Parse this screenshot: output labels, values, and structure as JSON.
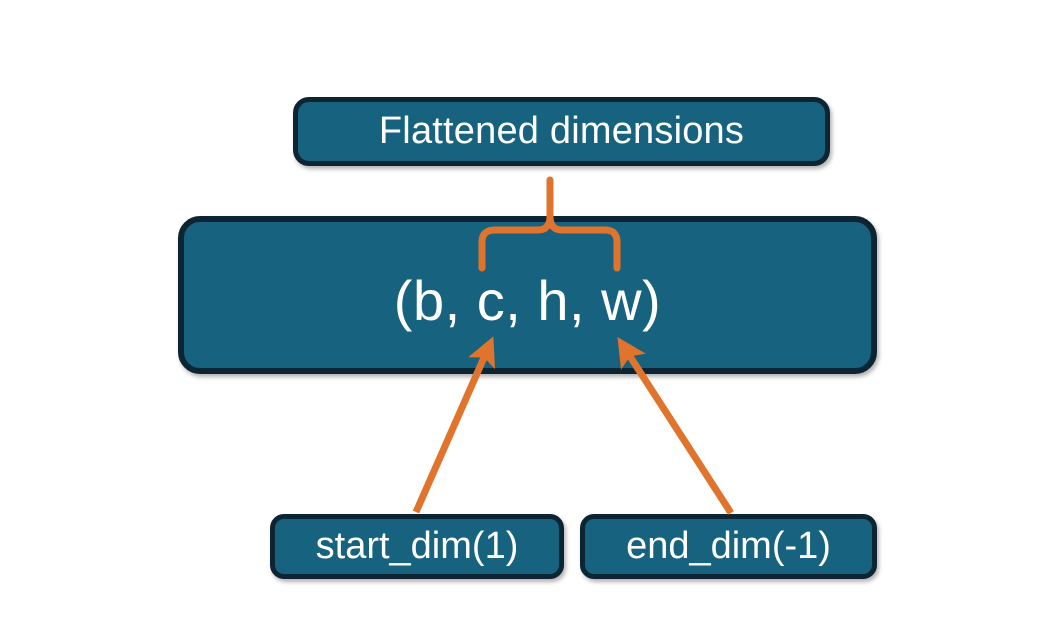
{
  "diagram": {
    "title_node": {
      "label": "Flattened dimensions",
      "name": "flattened-dimensions-box"
    },
    "shape_node": {
      "label": "(b, c, h, w)",
      "dims": [
        "b",
        "c",
        "h",
        "w"
      ],
      "name": "tensor-shape-box"
    },
    "argument_nodes": [
      {
        "label": "start_dim(1)",
        "name": "start-dim-box",
        "value": 1
      },
      {
        "label": "end_dim(-1)",
        "name": "end-dim-box",
        "value": -1
      }
    ],
    "connectors": {
      "brace": {
        "name": "curly-brace-connector",
        "description": "brace spanning c, h, w pointing up to Flattened dimensions"
      },
      "arrows": [
        {
          "name": "start-dim-arrow",
          "from": "start_dim(1)",
          "to": "c"
        },
        {
          "name": "end-dim-arrow",
          "from": "end_dim(-1)",
          "to": "w"
        }
      ]
    },
    "colors": {
      "box_fill": "#16627f",
      "box_border": "#0d2533",
      "accent": "#e1742c",
      "text": "#ffffff",
      "background": "#ffffff"
    }
  }
}
